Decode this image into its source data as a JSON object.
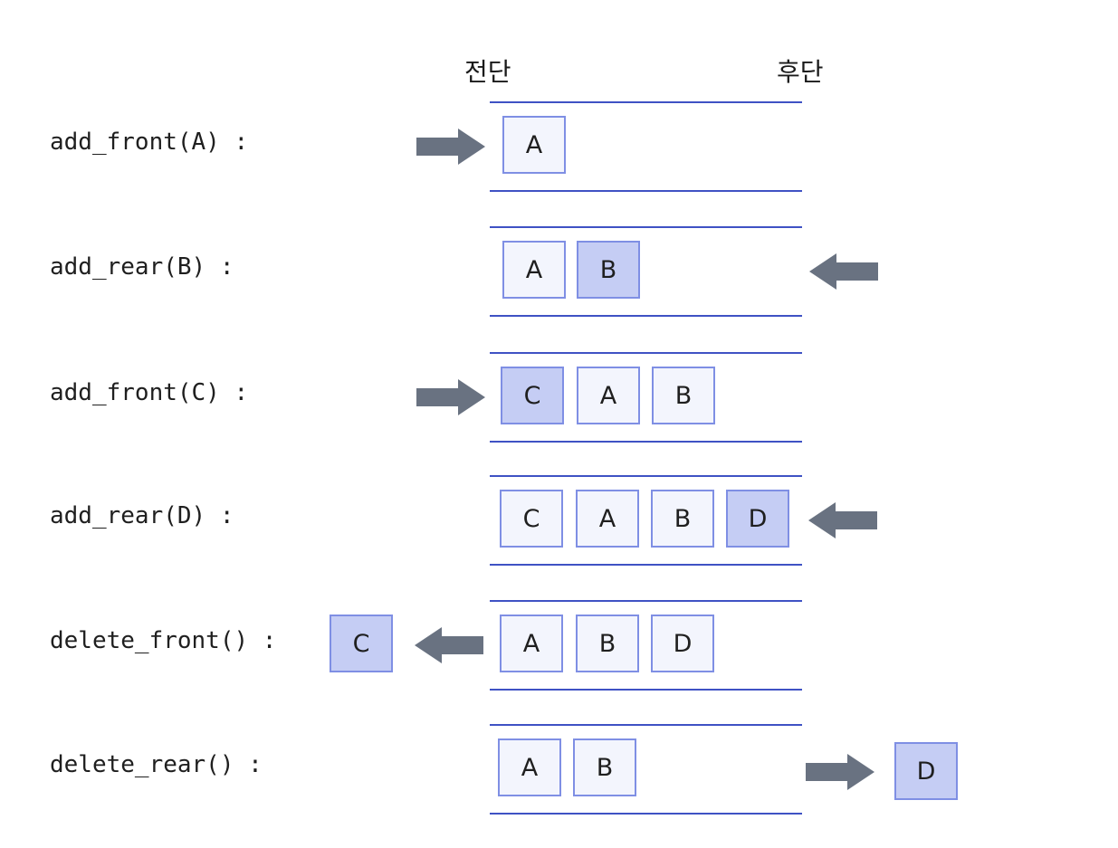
{
  "headers": {
    "front": "전단",
    "rear": "후단"
  },
  "operations": [
    {
      "label": "add_front(A) :",
      "cells": [
        {
          "value": "A",
          "highlight": false
        }
      ]
    },
    {
      "label": "add_rear(B) :",
      "cells": [
        {
          "value": "A",
          "highlight": false
        },
        {
          "value": "B",
          "highlight": true
        }
      ]
    },
    {
      "label": "add_front(C) :",
      "cells": [
        {
          "value": "C",
          "highlight": true
        },
        {
          "value": "A",
          "highlight": false
        },
        {
          "value": "B",
          "highlight": false
        }
      ]
    },
    {
      "label": "add_rear(D) :",
      "cells": [
        {
          "value": "C",
          "highlight": false
        },
        {
          "value": "A",
          "highlight": false
        },
        {
          "value": "B",
          "highlight": false
        },
        {
          "value": "D",
          "highlight": true
        }
      ]
    },
    {
      "label": "delete_front() :",
      "removed": "C",
      "cells": [
        {
          "value": "A",
          "highlight": false
        },
        {
          "value": "B",
          "highlight": false
        },
        {
          "value": "D",
          "highlight": false
        }
      ]
    },
    {
      "label": "delete_rear() :",
      "removed": "D",
      "cells": [
        {
          "value": "A",
          "highlight": false
        },
        {
          "value": "B",
          "highlight": false
        }
      ]
    }
  ],
  "colors": {
    "rail": "#3f52c4",
    "cell_border": "#7f8fe4",
    "cell_fill": "#f3f5fd",
    "highlight_fill": "#c5cdf4",
    "arrow": "#697281"
  }
}
